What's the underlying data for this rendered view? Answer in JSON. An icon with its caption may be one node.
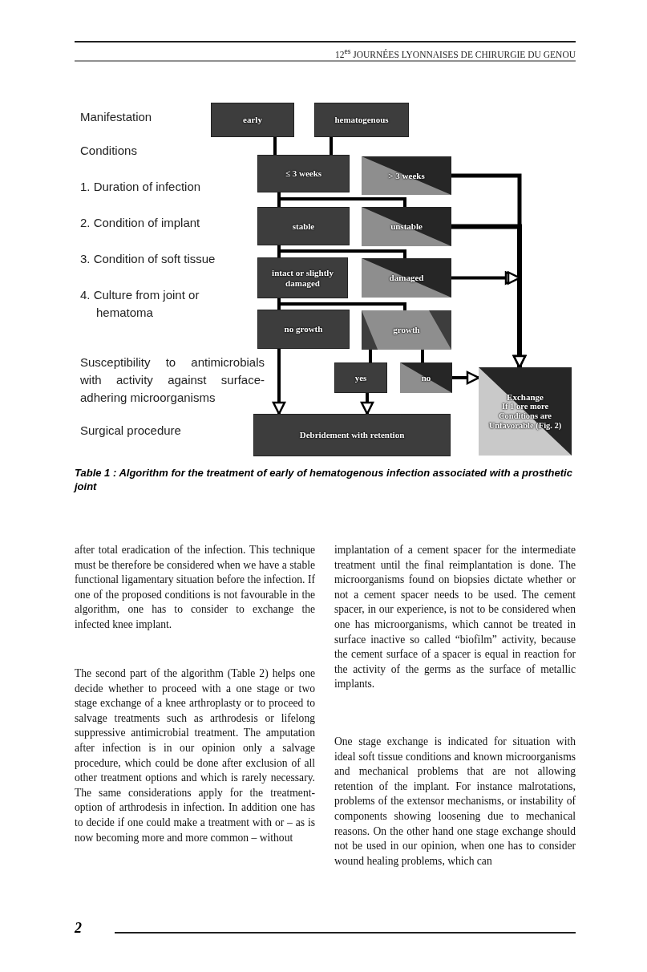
{
  "diagram": {
    "caption": "Table 1 : Algorithm for the treatment of early of hematogenous infection associated with a prosthetic joint",
    "nodes": [
      {
        "text": [
          "early"
        ]
      },
      {
        "text": [
          "hematogenous"
        ]
      },
      {
        "text": [
          "≤ 3 weeks"
        ]
      },
      {
        "text": [
          "> 3 weeks"
        ]
      },
      {
        "text": [
          "stable"
        ]
      },
      {
        "text": [
          "unstable"
        ]
      },
      {
        "text": [
          "intact or slightly damaged"
        ]
      },
      {
        "text": [
          "damaged"
        ]
      },
      {
        "text": [
          "no growth"
        ]
      },
      {
        "text": [
          "growth"
        ]
      },
      {
        "text": [
          "yes"
        ]
      },
      {
        "text": [
          "no"
        ]
      },
      {
        "text": [
          "Exchange",
          "If 1 ore more Conditions are Unfavorable (Fig. 2)"
        ]
      },
      {
        "text": [
          "Debridement with retention"
        ]
      }
    ],
    "edges": [
      {
        "from": 0,
        "to": 2,
        "arrow": "none"
      },
      {
        "from": 1,
        "to": 2,
        "arrow": "none"
      },
      {
        "from": 2,
        "to": 4,
        "arrow": "none"
      },
      {
        "from": 2,
        "to": 5,
        "arrow": "none"
      },
      {
        "from": 4,
        "to": 6,
        "arrow": "none"
      },
      {
        "from": 4,
        "to": 7,
        "arrow": "none"
      },
      {
        "from": 6,
        "to": 8,
        "arrow": "none"
      },
      {
        "from": 6,
        "to": 9,
        "arrow": "none"
      },
      {
        "from": 9,
        "to": 10,
        "arrow": "none"
      },
      {
        "from": 9,
        "to": 11,
        "arrow": "none"
      },
      {
        "from": 8,
        "to": 13,
        "arrow": "to"
      },
      {
        "from": 10,
        "to": 13,
        "arrow": "to"
      },
      {
        "from": 11,
        "to": 12,
        "arrow": "to"
      },
      {
        "from": 3,
        "to": 12,
        "arrow": "to"
      },
      {
        "from": 5,
        "to": 12,
        "arrow": "to"
      },
      {
        "from": 7,
        "to": 12,
        "arrow": "to"
      }
    ],
    "labels": [
      "12$^{es}$ JOURNÉES LYONNAISES DE CHIRURGIE DU GENOU",
      "Manifestation",
      "Conditions",
      "1. Duration of infection",
      "2. Condition of implant",
      "3. Condition of soft tissue",
      "4. Culture from joint or hematoma",
      "Susceptibility to antimicrobials with activity against surface-adhering microorganisms",
      "Surgical procedure",
      "after total eradication of the infection. This technique must be therefore be considered when we have a stable functional ligamentary situation before the infection. If one of the proposed conditions is not favourable in the algorithm, one has to consider to exchange the infected knee implant.",
      "The second part of the algorithm (Table 2) helps one decide whether to proceed with a one stage or two stage exchange of a knee arthroplasty or to proceed to salvage treatments such as arthrodesis or lifelong suppressive antimicrobial treatment. The amputation after infection is in our opinion only a salvage procedure, which could be done after exclusion of all other treatment options and which is rarely necessary. The same considerations apply for the treatment-option of arthrodesis in infection. In addition one has to decide if one could make a treatment with or – as is now becoming more and more common – without",
      "implantation of a cement spacer for the intermediate treatment until the final reimplantation is done. The microorganisms found on biopsies dictate whether or not a cement spacer needs to be used. The cement spacer, in our experience, is not to be considered when one has microorganisms, which cannot be treated in surface inactive so called “biofilm” activity, because the cement surface of a spacer is equal in reaction for the activity of the germs as the surface of metallic implants.",
      "One stage exchange is indicated for situation with ideal soft tissue conditions and known microorganisms and mechanical problems that are not allowing retention of the implant. For instance malrotations, problems of the extensor mechanisms, or instability of components showing loosening due to mechanical reasons. On the other hand one stage exchange should not be used in our opinion, when one has to consider wound healing problems, which can",
      "2"
    ]
  }
}
